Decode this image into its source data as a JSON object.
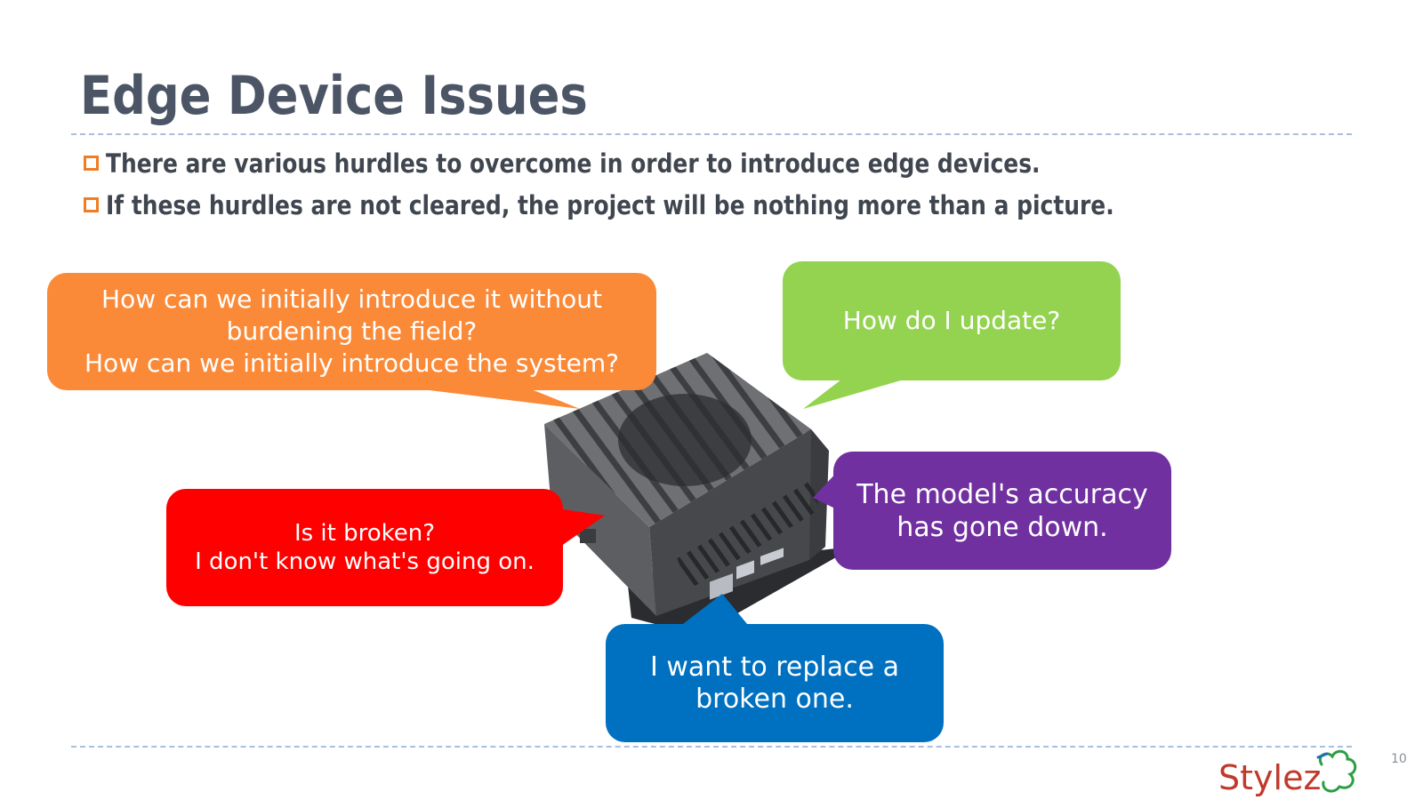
{
  "slide": {
    "title": "Edge Device Issues",
    "page_number": "10",
    "logo_text": "Stylez",
    "bullets": [
      "There are various hurdles to overcome in order to introduce edge devices.",
      "If these hurdles are not cleared, the project will be nothing more than a picture."
    ]
  },
  "bubbles": {
    "orange": {
      "text": "How can we initially introduce it without\nburdening the field?\nHow can we initially introduce the system?",
      "color": "#fb8a38"
    },
    "green": {
      "text": "How do I update?",
      "color": "#93d350"
    },
    "purple": {
      "text": "The model's accuracy\nhas gone down.",
      "color": "#7030a0"
    },
    "red": {
      "text": "Is it broken?\nI don't know what's going on.",
      "color": "#ff0000"
    },
    "blue": {
      "text": "I want to replace a\nbroken one.",
      "color": "#0070c0"
    }
  },
  "colors": {
    "title": "#4b5565",
    "bullet_marker": "#f07d24",
    "rule": "#a9bfe0"
  },
  "icons": {
    "device": "edge-device-box"
  }
}
